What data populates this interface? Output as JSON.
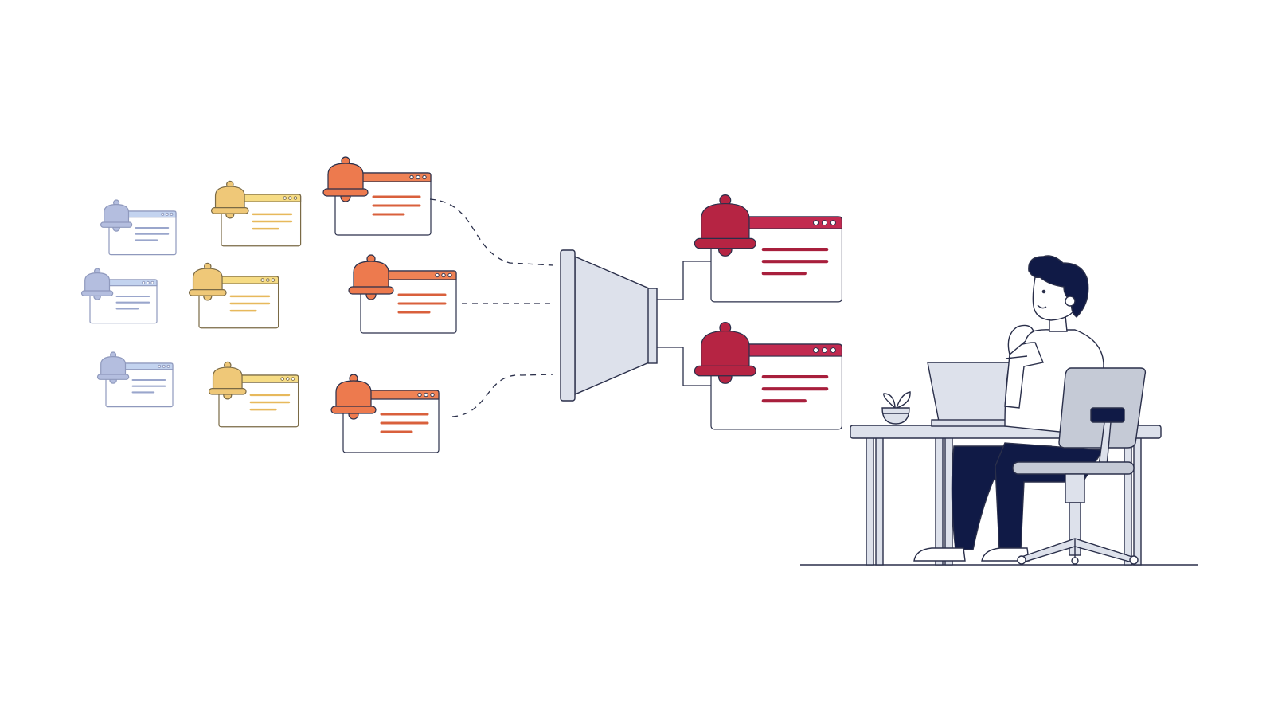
{
  "palette": {
    "outline": "#2a2f4a",
    "navy": "#101a46",
    "funnel_fill": "#dde1eb",
    "low_bell": "#b4bedf",
    "low_bar": "#c3d3ef",
    "low_line": "#9aa6cc",
    "mid_bell": "#efc878",
    "mid_bar": "#f6dc85",
    "mid_line": "#e7b95c",
    "high_bell": "#ed7a4e",
    "high_bar": "#ef8255",
    "high_line": "#d9603c",
    "crit_bell": "#b62443",
    "crit_bar": "#c22a50",
    "crit_line": "#a81f3c",
    "desk": "#dde1eb",
    "chair": "#c5cad6",
    "skin": "#ffffff",
    "plant": "#ffffff"
  },
  "incoming_alerts": [
    {
      "level": "low"
    },
    {
      "level": "low"
    },
    {
      "level": "low"
    },
    {
      "level": "mid"
    },
    {
      "level": "mid"
    },
    {
      "level": "mid"
    },
    {
      "level": "high"
    },
    {
      "level": "high"
    },
    {
      "level": "high"
    }
  ],
  "filtered_alerts": [
    {
      "level": "critical"
    },
    {
      "level": "critical"
    }
  ],
  "icons": {
    "bell": "bell-icon",
    "window": "alert-window",
    "funnel": "funnel-filter",
    "person": "person-thinking",
    "laptop": "laptop",
    "plant": "potted-plant",
    "chair": "office-chair",
    "desk": "desk"
  }
}
